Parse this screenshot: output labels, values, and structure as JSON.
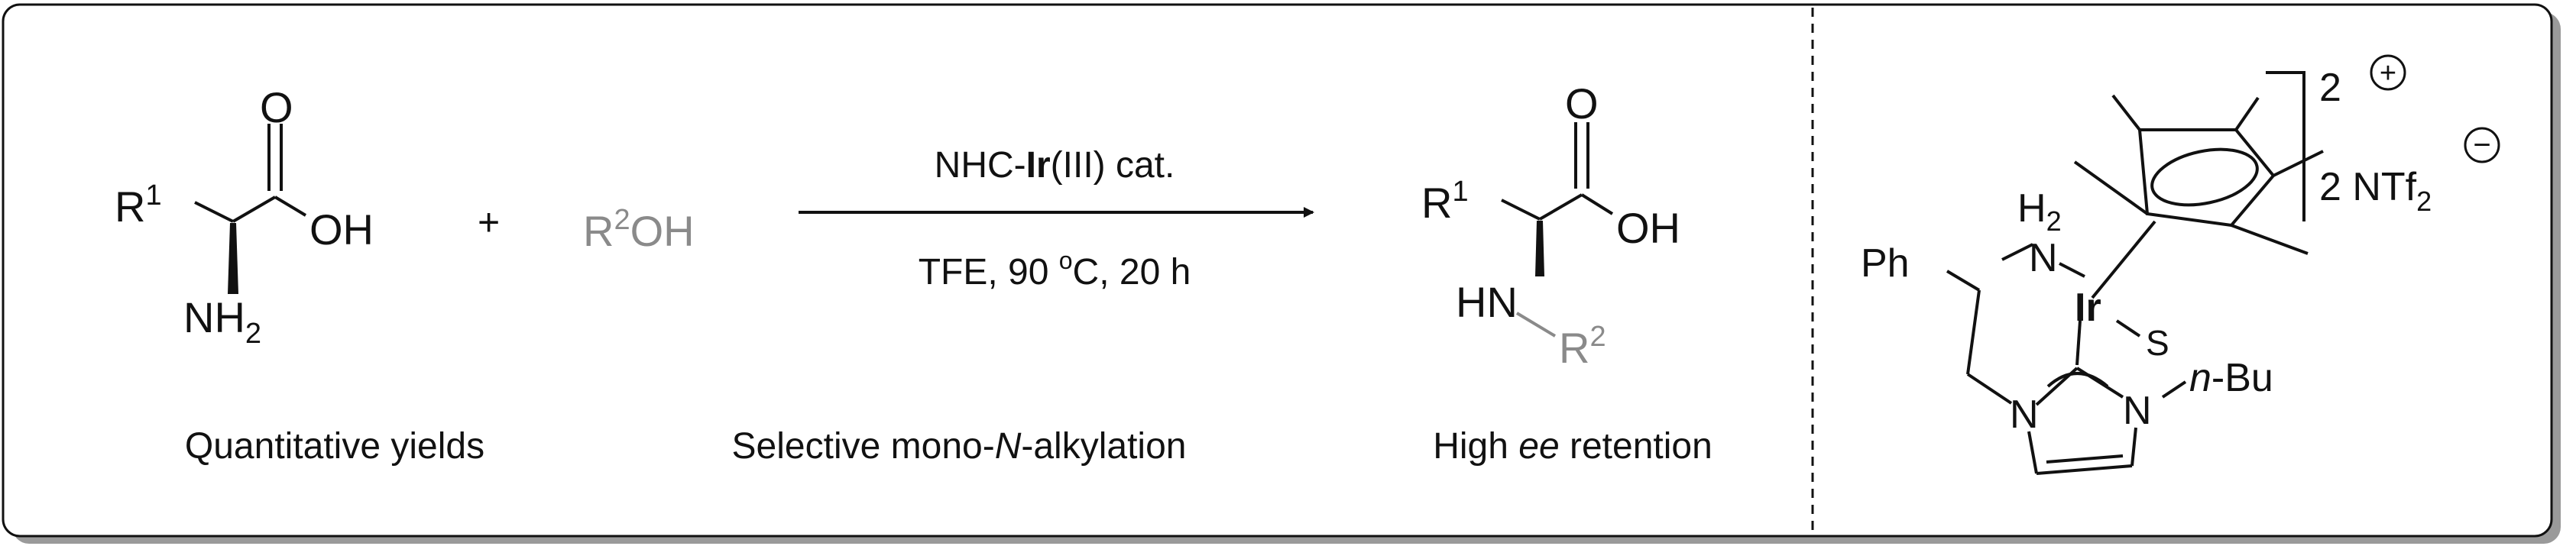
{
  "colors": {
    "ink": "#111111",
    "substituent_gray": "#8a8a8a",
    "frame_shadow": "#9a9a9a"
  },
  "amino_acid": {
    "r_label": "R",
    "r_sup": "1",
    "carbonyl_o": "O",
    "hydroxyl": "OH",
    "amine_main": "NH",
    "amine_sub": "2"
  },
  "plus": "+",
  "alcohol": {
    "r_label": "R",
    "r_sup": "2",
    "hydroxyl": "OH"
  },
  "conditions": {
    "catalyst_prefix": "NHC-",
    "catalyst_metal": "Ir",
    "catalyst_suffix": "(III) cat.",
    "solvent": "TFE, 90 ",
    "degree": "o",
    "temp_rest": "C, 20 h"
  },
  "product": {
    "r1_label": "R",
    "r1_sup": "1",
    "carbonyl_o": "O",
    "hydroxyl": "OH",
    "amine": "HN",
    "r2_label": "R",
    "r2_sup": "2"
  },
  "captions": {
    "left": "Quantitative yields",
    "middle_a": "Selective mono-",
    "middle_b": "N",
    "middle_c": "-alkylation",
    "right_a": "High ",
    "right_b": "ee",
    "right_c": " retention"
  },
  "catalyst": {
    "phenyl": "Ph",
    "nh_main": "N",
    "nh_h": "H",
    "nh_sub": "2",
    "metal": "Ir",
    "solvent_ligand": "S",
    "ring_n_left": "N",
    "ring_n_right": "N",
    "butyl_italic": "n",
    "butyl_rest": "-Bu",
    "charge_number": "2",
    "plus_sign": "+",
    "counterion_prefix": "2 NTf",
    "counterion_sub": "2",
    "minus_sign": "−"
  }
}
